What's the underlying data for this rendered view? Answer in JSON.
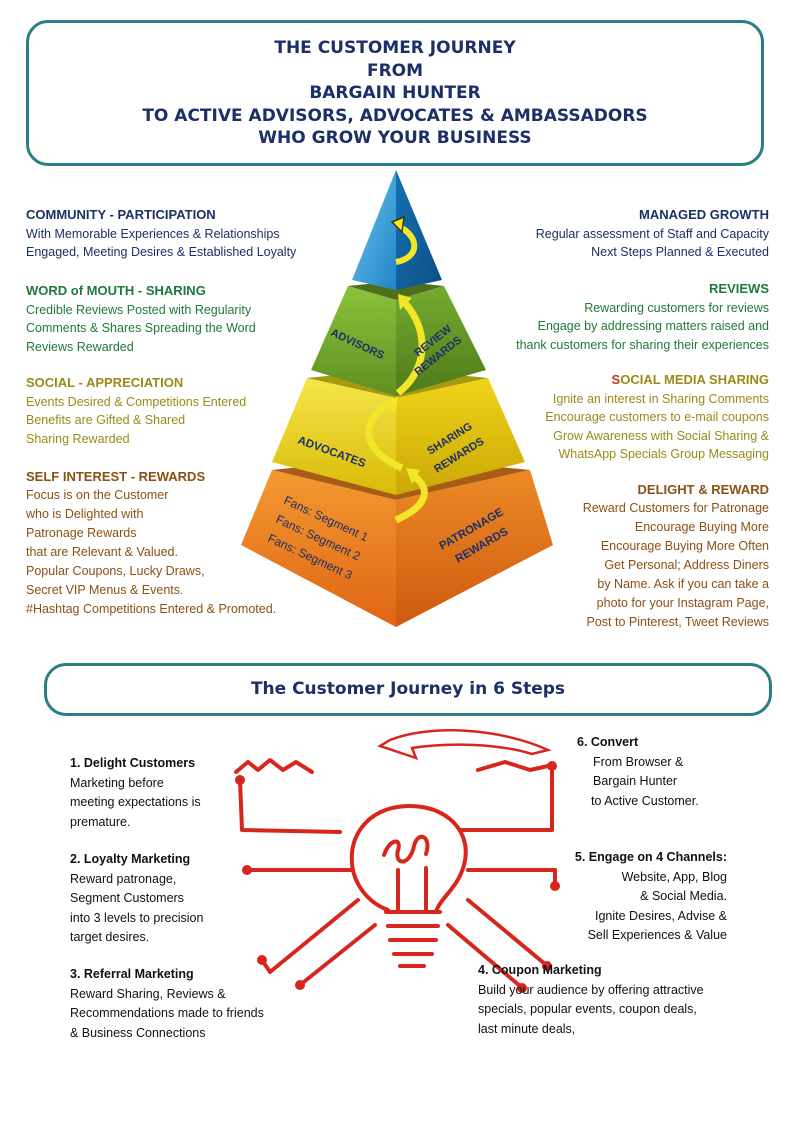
{
  "title": {
    "lines": [
      "THE CUSTOMER JOURNEY",
      "FROM",
      "BARGAIN HUNTER",
      "TO ACTIVE ADVISORS, ADVOCATES & AMBASSADORS",
      "WHO GROW YOUR BUSINESS"
    ]
  },
  "left_sections": [
    {
      "heading": "COMMUNITY  - PARTICIPATION",
      "lines": [
        "With Memorable Experiences & Relationships",
        "Engaged, Meeting Desires & Established Loyalty"
      ]
    },
    {
      "heading": "WORD of MOUTH  - SHARING",
      "lines": [
        "Credible Reviews Posted with Regularity",
        "Comments & Shares Spreading the Word",
        "Reviews Rewarded"
      ]
    },
    {
      "heading": "SOCIAL - APPRECIATION",
      "lines": [
        "Events Desired & Competitions Entered",
        "Benefits are Gifted & Shared",
        "Sharing Rewarded"
      ]
    },
    {
      "heading": "SELF INTEREST - REWARDS",
      "lines": [
        "Focus is on the Customer",
        "who is Delighted with",
        "Patronage Rewards",
        "that are Relevant & Valued.",
        "Popular Coupons, Lucky Draws,",
        "Secret VIP Menus & Events.",
        "#Hashtag Competitions Entered & Promoted."
      ]
    }
  ],
  "right_sections": [
    {
      "heading": "MANAGED GROWTH",
      "lines": [
        "Regular assessment of Staff and Capacity",
        "Next Steps Planned & Executed"
      ]
    },
    {
      "heading": "REVIEWS",
      "lines": [
        "Rewarding customers for reviews",
        "Engage by addressing matters raised and",
        "thank customers for sharing their experiences"
      ]
    },
    {
      "heading_first": "S",
      "heading_rest": "OCIAL MEDIA SHARING",
      "lines": [
        "Ignite an interest in Sharing Comments",
        "Encourage customers to e-mail coupons",
        "Grow Awareness with Social Sharing &",
        "WhatsApp Specials Group Messaging"
      ]
    },
    {
      "heading": "DELIGHT & REWARD",
      "lines": [
        "Reward Customers for Patronage",
        "Encourage Buying More",
        "Encourage Buying More Often",
        "Get Personal;  Address Diners",
        "by Name. Ask if you can take a",
        "photo for your Instagram Page,",
        "Post to Pinterest, Tweet Reviews"
      ]
    }
  ],
  "pyramid": {
    "advisors": "ADVISORS",
    "review_rewards": [
      "REVIEW",
      "REWARDS"
    ],
    "advocates": "ADVOCATES",
    "sharing_rewards": [
      "SHARING",
      "REWARDS"
    ],
    "fans": [
      "Fans: Segment 1",
      "Fans: Segment 2",
      "Fans: Segment 3"
    ],
    "patronage_rewards": [
      "PATRONAGE",
      "REWARDS"
    ]
  },
  "subtitle": "The  Customer Journey in 6 Steps",
  "steps": {
    "s1": {
      "heading": "1. Delight Customers",
      "lines": [
        "Marketing before",
        "meeting expectations is",
        "premature."
      ]
    },
    "s2": {
      "heading": "2. Loyalty Marketing",
      "lines": [
        "Reward patronage,",
        "Segment Customers",
        "into 3 levels to precision",
        "target desires."
      ]
    },
    "s3": {
      "heading": "3. Referral Marketing",
      "lines": [
        "Reward Sharing, Reviews &",
        "Recommendations made to friends",
        "&  Business Connections"
      ]
    },
    "s4": {
      "heading": "4.  Coupon Marketing",
      "lines": [
        "Build your audience by offering attractive",
        "specials, popular events, coupon deals,",
        "last minute deals,"
      ]
    },
    "s5": {
      "heading": "5. Engage on 4 Channels:",
      "lines": [
        "Website, App, Blog",
        "& Social Media.",
        "Ignite Desires, Advise &",
        "Sell Experiences & Value"
      ]
    },
    "s6": {
      "heading": "6. Convert",
      "lines": [
        "From Browser &",
        "Bargain Hunter",
        "to Active Customer."
      ]
    }
  },
  "colors": {
    "navy": "#1c2f67",
    "teal_border": "#2a7f86",
    "green": "#1f7a3a",
    "olive": "#9a8a18",
    "brown": "#8c5014",
    "bulb_red": "#d7261e",
    "tier_blue": "#1f86c8",
    "tier_green": "#73a52c",
    "tier_yellow": "#e2cd0d",
    "tier_orange": "#e8741c"
  }
}
